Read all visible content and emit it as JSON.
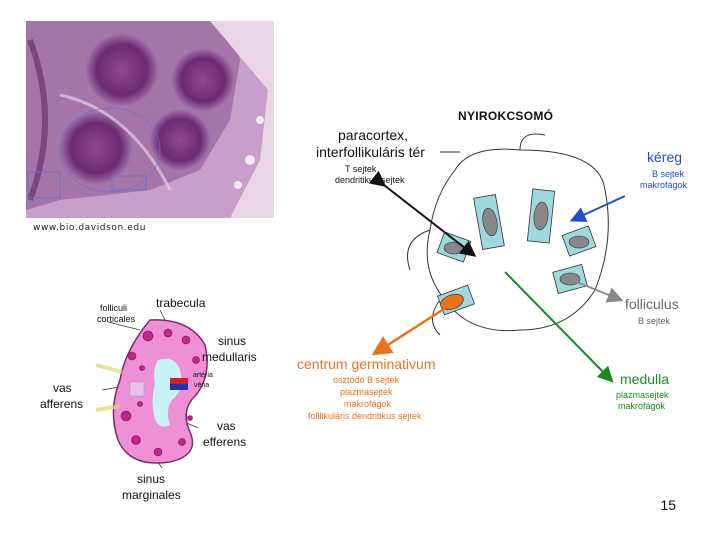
{
  "credit": "www.bio.davidson.edu",
  "page_number": "15",
  "node_diagram": {
    "title": "NYIROKCSOMÓ",
    "paracortex": {
      "line1": "paracortex,",
      "line2": "interfollikuláris tér",
      "sub1": "T sejtek",
      "sub2": "dendritikus sejtek"
    },
    "kereg": {
      "title": "kéreg",
      "sub1": "B sejtek",
      "sub2": "makrofágok"
    },
    "folliculus": {
      "title": "folliculus",
      "sub1": "B sejtek"
    },
    "centrum": {
      "title": "centrum germinativum",
      "sub1": "osztódó B sejtek",
      "sub2": "plazmasejtek",
      "sub3": "makrofágok",
      "sub4": "folllikuláris dendritikus sejtek"
    },
    "medulla": {
      "title": "medulla",
      "sub1": "plazmasejtek",
      "sub2": "makrofágok"
    }
  },
  "schematic": {
    "folliculi": {
      "line1": "folliculi",
      "line2": "corticales"
    },
    "trabecula": "trabecula",
    "sinus_med": {
      "line1": "sinus",
      "line2": "medullaris"
    },
    "arteria": "artéria",
    "vena": "véna",
    "vas_aff": {
      "line1": "vas",
      "line2": "afferens"
    },
    "vas_eff": {
      "line1": "vas",
      "line2": "efferens"
    },
    "sinus_marg": {
      "line1": "sinus",
      "line2": "marginales"
    }
  },
  "colors": {
    "tissue_bg": "#b78ab8",
    "tissue_dark": "#6e2f74",
    "black_arrow": "#111111",
    "blue_arrow": "#1f4fc9",
    "gray_arrow": "#8a8a8a",
    "orange_arrow": "#e8731f",
    "green_arrow": "#1e8a1e",
    "sinus_teal": "#9fd8df",
    "germinal_orange": "#e8731f",
    "pink_node": "#ef8fd6",
    "magenta_dot": "#c0258a"
  }
}
